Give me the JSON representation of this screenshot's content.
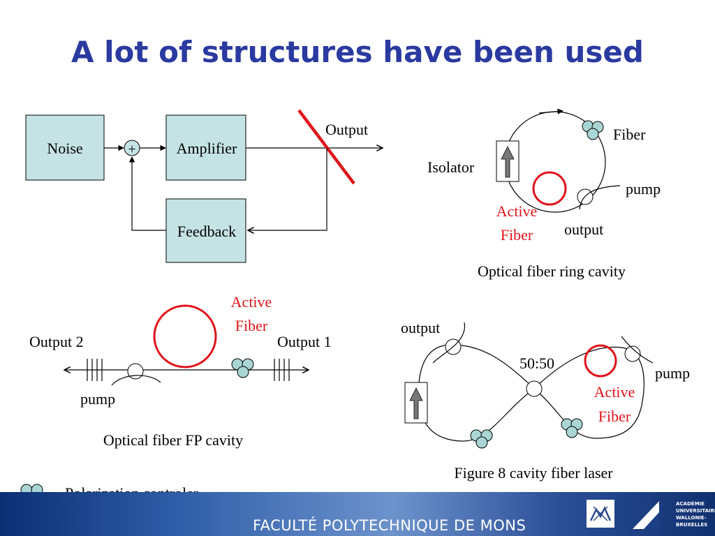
{
  "title": "A lot of structures have been used",
  "block_diagram": {
    "noise": "Noise",
    "sum": "+",
    "amplifier": "Amplifier",
    "feedback": "Feedback",
    "output": "Output"
  },
  "ring_cavity": {
    "fiber": "Fiber",
    "isolator": "Isolator",
    "pump": "pump",
    "active_line1": "Active",
    "active_line2": "Fiber",
    "output": "output",
    "caption": "Optical fiber ring cavity"
  },
  "fp_cavity": {
    "active_line1": "Active",
    "active_line2": "Fiber",
    "output2": "Output 2",
    "output1": "Output 1",
    "pump": "pump",
    "caption": "Optical fiber FP cavity"
  },
  "fig8": {
    "output": "output",
    "coupler": "50:50",
    "pump": "pump",
    "active_line1": "Active",
    "active_line2": "Fiber",
    "caption": "Figure 8 cavity fiber laser"
  },
  "legend": {
    "polarization": "Polarization controler"
  },
  "footer": {
    "faculty": "FACULTÉ POLYTECHNIQUE DE MONS",
    "academie": [
      "ACADÉMIE",
      "UNIVERSITAIRE",
      "WALLONIE-",
      "BRUXELLES"
    ]
  },
  "colors": {
    "title": "#2b3aa0",
    "box_fill": "#c5e3e5",
    "active_fiber": "#e0141b",
    "controller_fill": "#a9d6d4"
  }
}
